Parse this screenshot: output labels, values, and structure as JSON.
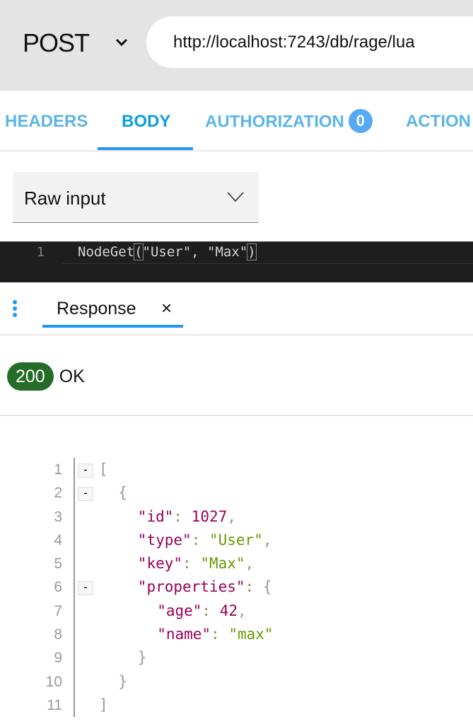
{
  "request": {
    "method": "POST",
    "url": "http://localhost:7243/db/rage/lua"
  },
  "tabs": [
    {
      "label": "HEADERS"
    },
    {
      "label": "BODY",
      "active": true
    },
    {
      "label": "AUTHORIZATION",
      "badge": "0"
    },
    {
      "label": "ACTION"
    }
  ],
  "body_mode": "Raw input",
  "editor": {
    "line_number": "1",
    "pre": "NodeGet",
    "open": "(",
    "args": "\"User\", \"Max\"",
    "close": ")"
  },
  "response": {
    "tab_label": "Response",
    "close_icon": "×",
    "status_code": "200",
    "status_text": "OK"
  },
  "json_lines": [
    {
      "n": "1",
      "fold": true,
      "indent": 0,
      "tokens": [
        [
          "punc",
          "["
        ]
      ]
    },
    {
      "n": "2",
      "fold": true,
      "indent": 2,
      "tokens": [
        [
          "punc",
          "{"
        ]
      ]
    },
    {
      "n": "3",
      "indent": 4,
      "tokens": [
        [
          "key",
          "\"id\""
        ],
        [
          "colon",
          ": "
        ],
        [
          "num",
          "1027"
        ],
        [
          "punc",
          ","
        ]
      ]
    },
    {
      "n": "4",
      "indent": 4,
      "tokens": [
        [
          "key",
          "\"type\""
        ],
        [
          "colon",
          ": "
        ],
        [
          "str",
          "\"User\""
        ],
        [
          "punc",
          ","
        ]
      ]
    },
    {
      "n": "5",
      "indent": 4,
      "tokens": [
        [
          "key",
          "\"key\""
        ],
        [
          "colon",
          ": "
        ],
        [
          "str",
          "\"Max\""
        ],
        [
          "punc",
          ","
        ]
      ]
    },
    {
      "n": "6",
      "fold": true,
      "indent": 4,
      "tokens": [
        [
          "key",
          "\"properties\""
        ],
        [
          "colon",
          ": "
        ],
        [
          "punc",
          "{"
        ]
      ]
    },
    {
      "n": "7",
      "indent": 6,
      "tokens": [
        [
          "key",
          "\"age\""
        ],
        [
          "colon",
          ": "
        ],
        [
          "num",
          "42"
        ],
        [
          "punc",
          ","
        ]
      ]
    },
    {
      "n": "8",
      "indent": 6,
      "tokens": [
        [
          "key",
          "\"name\""
        ],
        [
          "colon",
          ": "
        ],
        [
          "str",
          "\"max\""
        ]
      ]
    },
    {
      "n": "9",
      "indent": 4,
      "tokens": [
        [
          "punc",
          "}"
        ]
      ]
    },
    {
      "n": "10",
      "indent": 2,
      "tokens": [
        [
          "punc",
          "}"
        ]
      ]
    },
    {
      "n": "11",
      "indent": 0,
      "tokens": [
        [
          "punc",
          "]"
        ]
      ]
    }
  ],
  "fold_symbol": "-"
}
